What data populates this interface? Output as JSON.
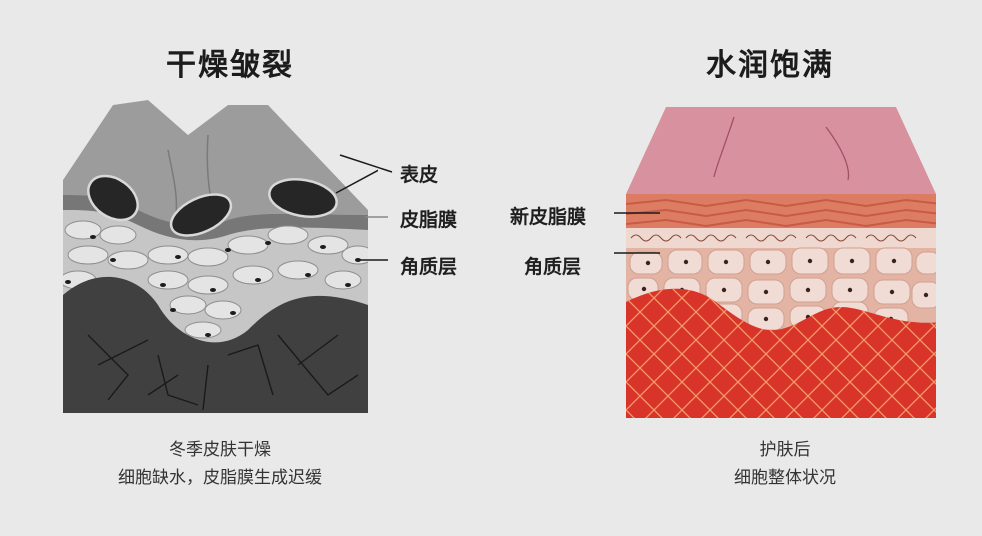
{
  "left_panel": {
    "title": "干燥皱裂",
    "labels": {
      "epidermis": "表皮",
      "sebum_film": "皮脂膜",
      "stratum_corneum": "角质层"
    },
    "caption": {
      "line1": "冬季皮肤干燥",
      "line2": "细胞缺水，皮脂膜生成迟缓"
    },
    "colors": {
      "background": "#e9e9e9",
      "surface": "#9a9a9a",
      "sebum": "#7a7a7a",
      "cells": "#c8c8c8",
      "dermis": "#3e3e3e",
      "pores": "#2a2a2a"
    }
  },
  "right_panel": {
    "title": "水润饱满",
    "labels": {
      "new_sebum_film": "新皮脂膜",
      "stratum_corneum": "角质层"
    },
    "caption": {
      "line1": "护肤后",
      "line2": "细胞整体状况"
    },
    "colors": {
      "surface": "#d9909c",
      "sebum": "#d9765f",
      "cells_bg": "#e3b3a3",
      "cells": "#efd6cc",
      "dermis": "#d9332a",
      "mesh": "#f08a5c"
    }
  }
}
